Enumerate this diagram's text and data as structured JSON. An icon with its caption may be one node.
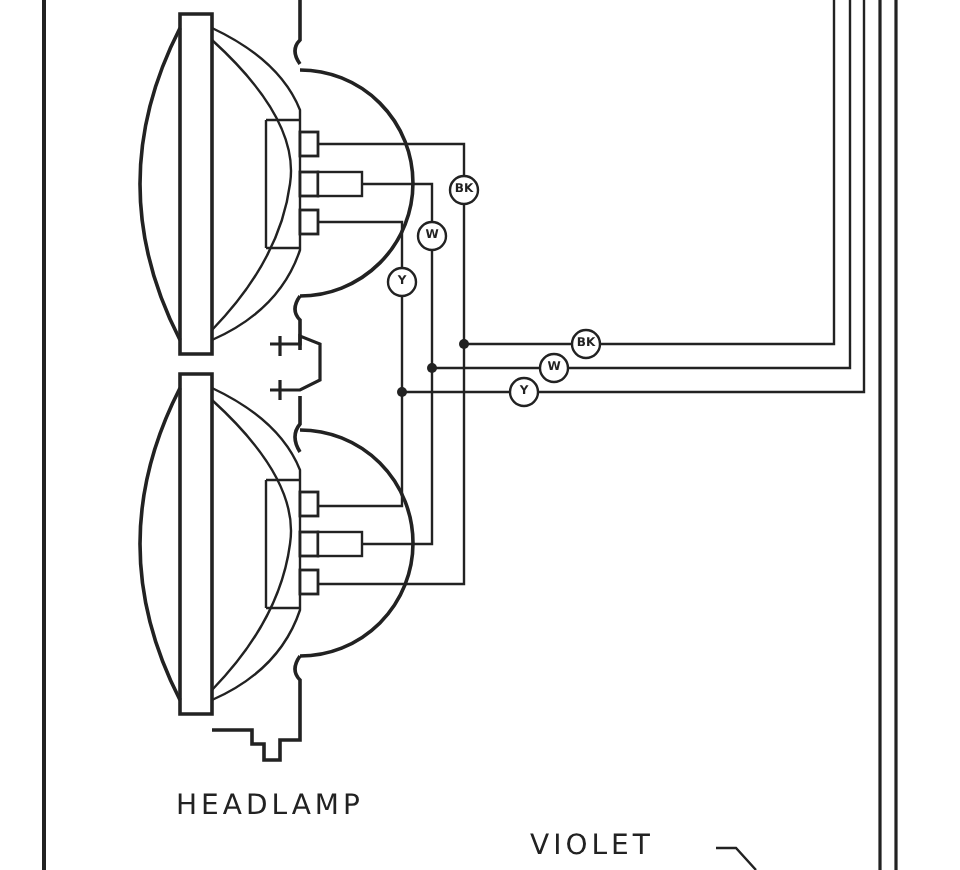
{
  "diagram": {
    "labels": [
      "BK",
      "W",
      "Y",
      "BK",
      "W",
      "Y",
      "HEADLAMP",
      "VIOLET"
    ]
  }
}
